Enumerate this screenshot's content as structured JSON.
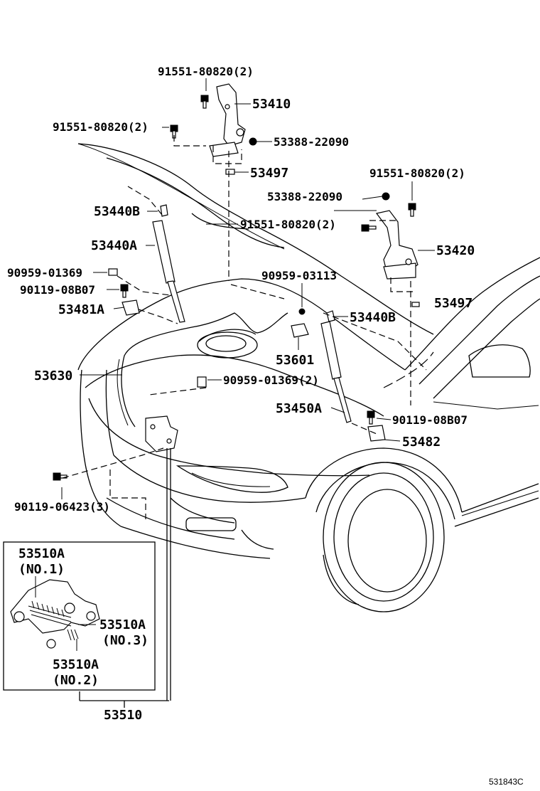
{
  "labels": {
    "bolt_hinge_top": "91551-80820(2)",
    "hinge_lh": "53410",
    "bolt_hinge_left": "91551-80820(2)",
    "cushion_1": "53388-22090",
    "shim_1": "53497",
    "cushion_2": "53388-22090",
    "bolt_hinge_right": "91551-80820(2)",
    "bolt_mid": "91551-80820(2)",
    "stay_bracket_l": "53440B",
    "stay_l": "53440A",
    "clip_1": "90959-01369",
    "bolt_stay_l": "90119-08B07",
    "stay_mount_l": "53481A",
    "clip_2": "90959-03113",
    "hinge_rh": "53420",
    "shim_2": "53497",
    "stay_bracket_r": "53440B",
    "release_handle": "53601",
    "cable": "53630",
    "clip_3": "90959-01369(2)",
    "stay_r": "53450A",
    "bolt_stay_r": "90119-08B07",
    "stay_mount_r": "53482",
    "bolt_lock": "90119-06423(3)",
    "lock_sub_1": "53510A",
    "lock_sub_1_no": "(NO.1)",
    "lock_sub_3": "53510A",
    "lock_sub_3_no": "(NO.3)",
    "lock_sub_2": "53510A",
    "lock_sub_2_no": "(NO.2)",
    "lock_assy": "53510",
    "figure_code": "531843C"
  }
}
